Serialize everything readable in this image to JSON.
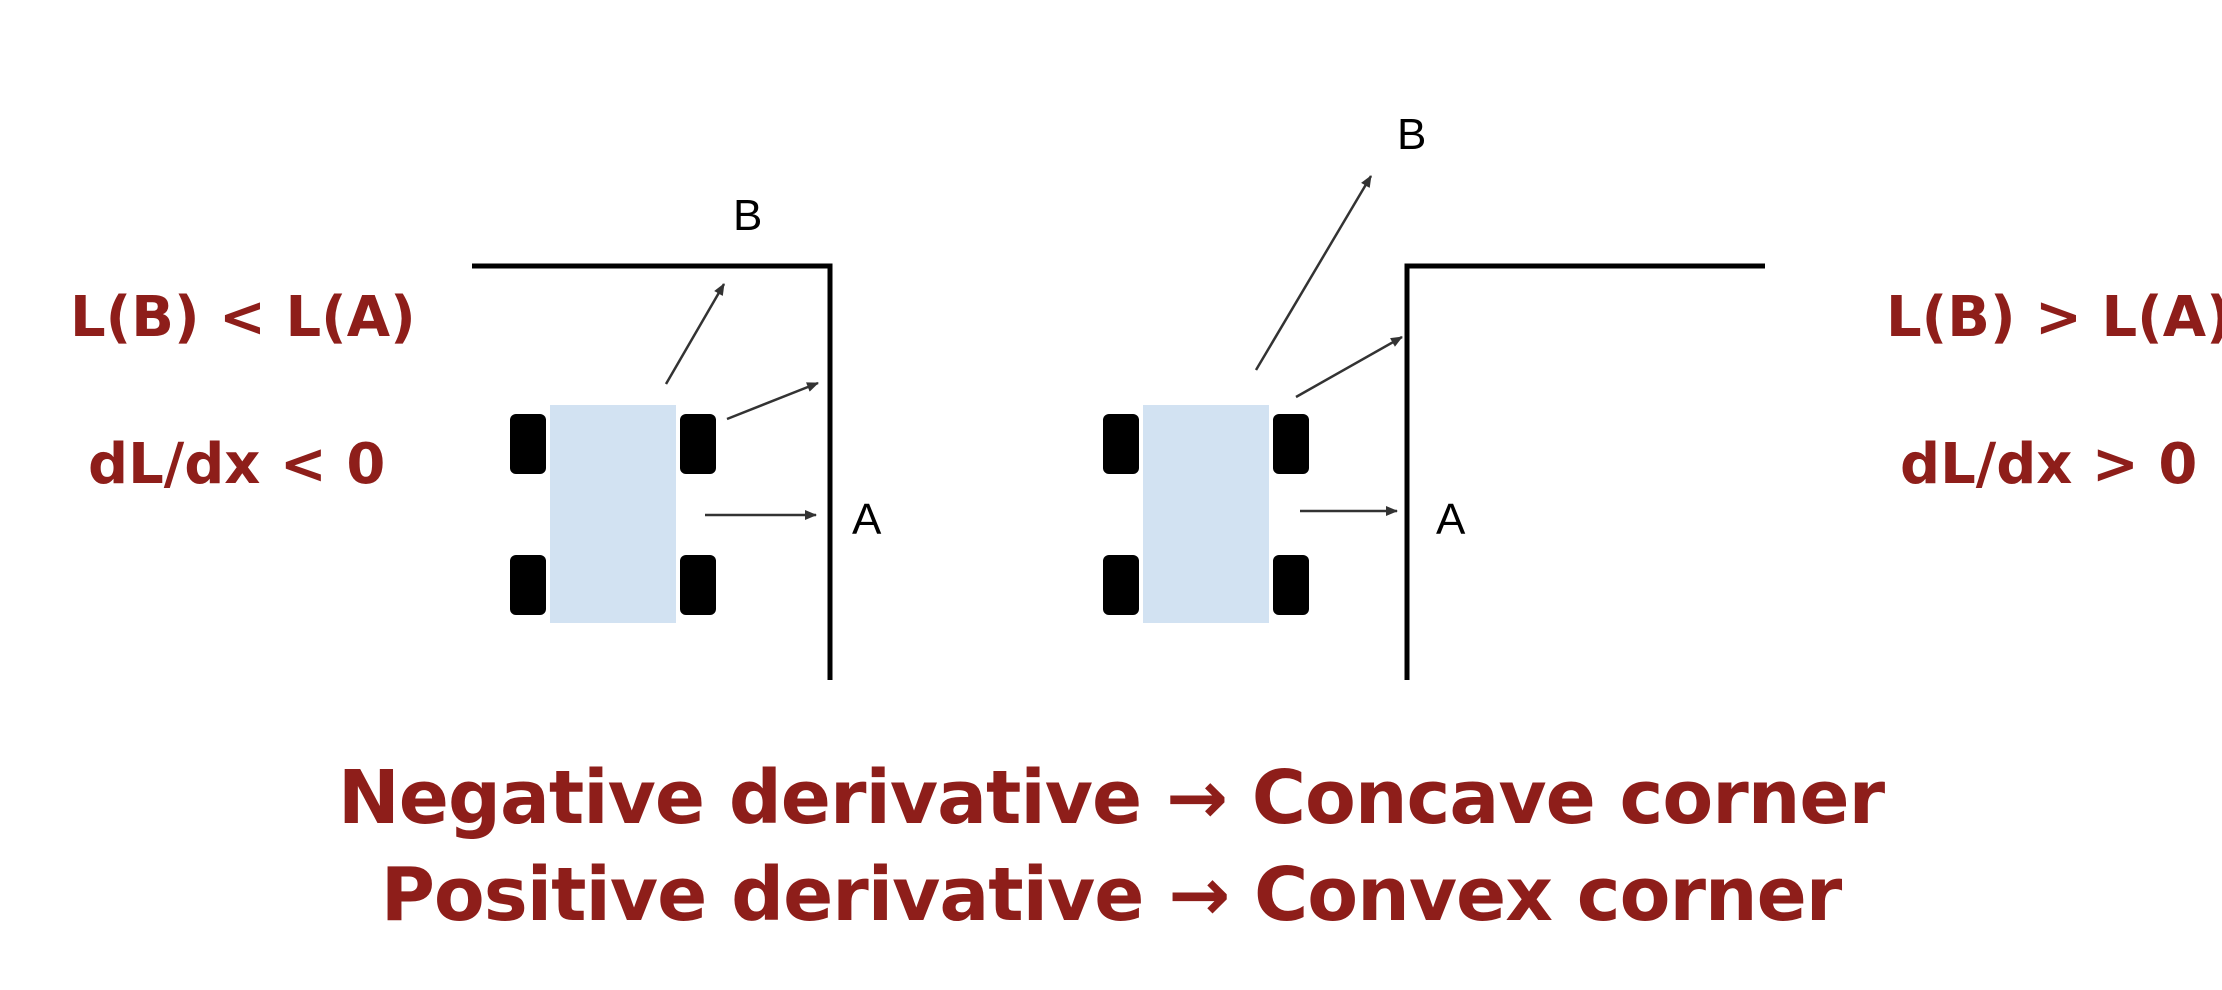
{
  "left_panel": {
    "inequality": "L(B) < L(A)",
    "derivative": "dL/dx < 0",
    "point_b": "B",
    "point_a": "A"
  },
  "right_panel": {
    "inequality": "L(B) > L(A)",
    "derivative": "dL/dx > 0",
    "point_b": "B",
    "point_a": "A"
  },
  "captions": {
    "line1": "Negative derivative → Concave corner",
    "line2": "Positive derivative → Convex corner"
  },
  "colors": {
    "accent": "#8e1e1a",
    "car_body": "#d2e2f2",
    "wheel": "#000000",
    "wall": "#000000"
  }
}
